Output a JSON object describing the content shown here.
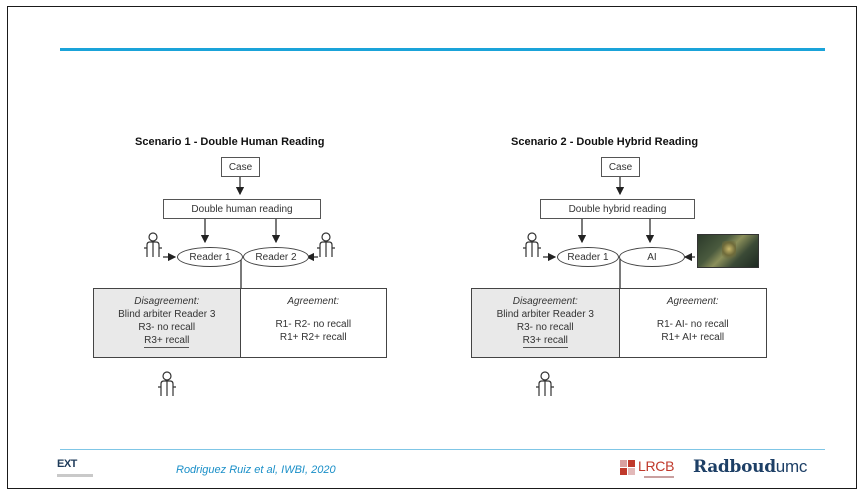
{
  "scenario1": {
    "title": "Scenario 1 - Double Human Reading",
    "case_label": "Case",
    "reading_label": "Double human reading",
    "reader_a": "Reader 1",
    "reader_b": "Reader 2",
    "disagreement": {
      "header": "Disagreement:",
      "line1": "Blind arbiter Reader 3",
      "line2": "R3- no recall",
      "line3": "R3+ recall"
    },
    "agreement": {
      "header": "Agreement:",
      "line1": "R1- R2- no recall",
      "line2": "R1+ R2+ recall"
    }
  },
  "scenario2": {
    "title": "Scenario 2 - Double Hybrid Reading",
    "case_label": "Case",
    "reading_label": "Double hybrid reading",
    "reader_a": "Reader 1",
    "reader_b": "AI",
    "disagreement": {
      "header": "Disagreement:",
      "line1": "Blind arbiter Reader 3",
      "line2": "R3- no recall",
      "line3": "R3+ recall"
    },
    "agreement": {
      "header": "Agreement:",
      "line1": "R1- AI- no recall",
      "line2": "R1+ AI+ recall"
    }
  },
  "footer": {
    "citation": "Rodriguez Ruiz et al, IWBI, 2020",
    "logo_left": "EXT",
    "logo_lrcb": "LRCB",
    "logo_radboud": "Radboud",
    "logo_radboud_suffix": "umc"
  },
  "colors": {
    "accent_rule": "#1aa3d9",
    "citation": "#1a8fc8",
    "disagreement_fill": "#e9e9e9",
    "radboud": "#1d3f66",
    "lrcb": "#c0392b"
  },
  "icons": [
    "person-icon",
    "ai-robot-photo",
    "lrcb-logo",
    "radboud-umc-logo",
    "ext-logo"
  ]
}
